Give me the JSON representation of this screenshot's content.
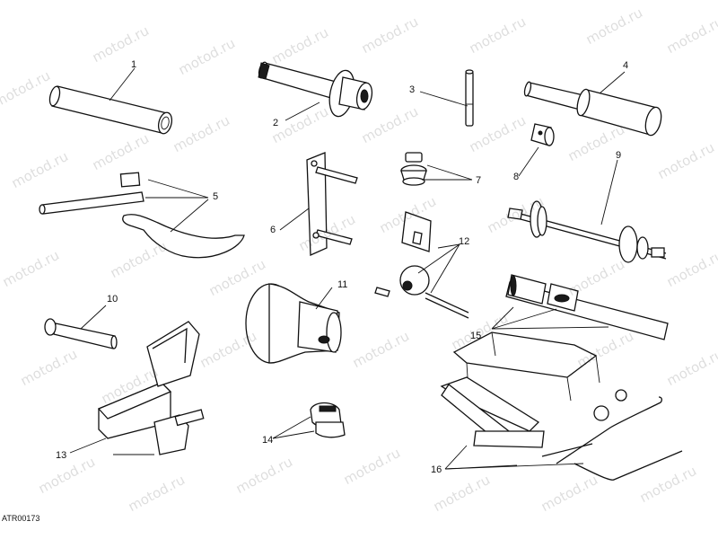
{
  "watermark": {
    "text": "motod.ru",
    "color": "#000000"
  },
  "diagram_code": "ATR00173",
  "callouts": [
    {
      "id": "c1",
      "text": "1"
    },
    {
      "id": "c2",
      "text": "2"
    },
    {
      "id": "c3",
      "text": "3"
    },
    {
      "id": "c4",
      "text": "4"
    },
    {
      "id": "c5",
      "text": "5"
    },
    {
      "id": "c6",
      "text": "6"
    },
    {
      "id": "c7",
      "text": "7"
    },
    {
      "id": "c8",
      "text": "8"
    },
    {
      "id": "c9",
      "text": "9"
    },
    {
      "id": "c10",
      "text": "10"
    },
    {
      "id": "c11",
      "text": "11"
    },
    {
      "id": "c12",
      "text": "12"
    },
    {
      "id": "c13",
      "text": "13"
    },
    {
      "id": "c14",
      "text": "14"
    },
    {
      "id": "c15",
      "text": "15"
    },
    {
      "id": "c16",
      "text": "16"
    }
  ]
}
